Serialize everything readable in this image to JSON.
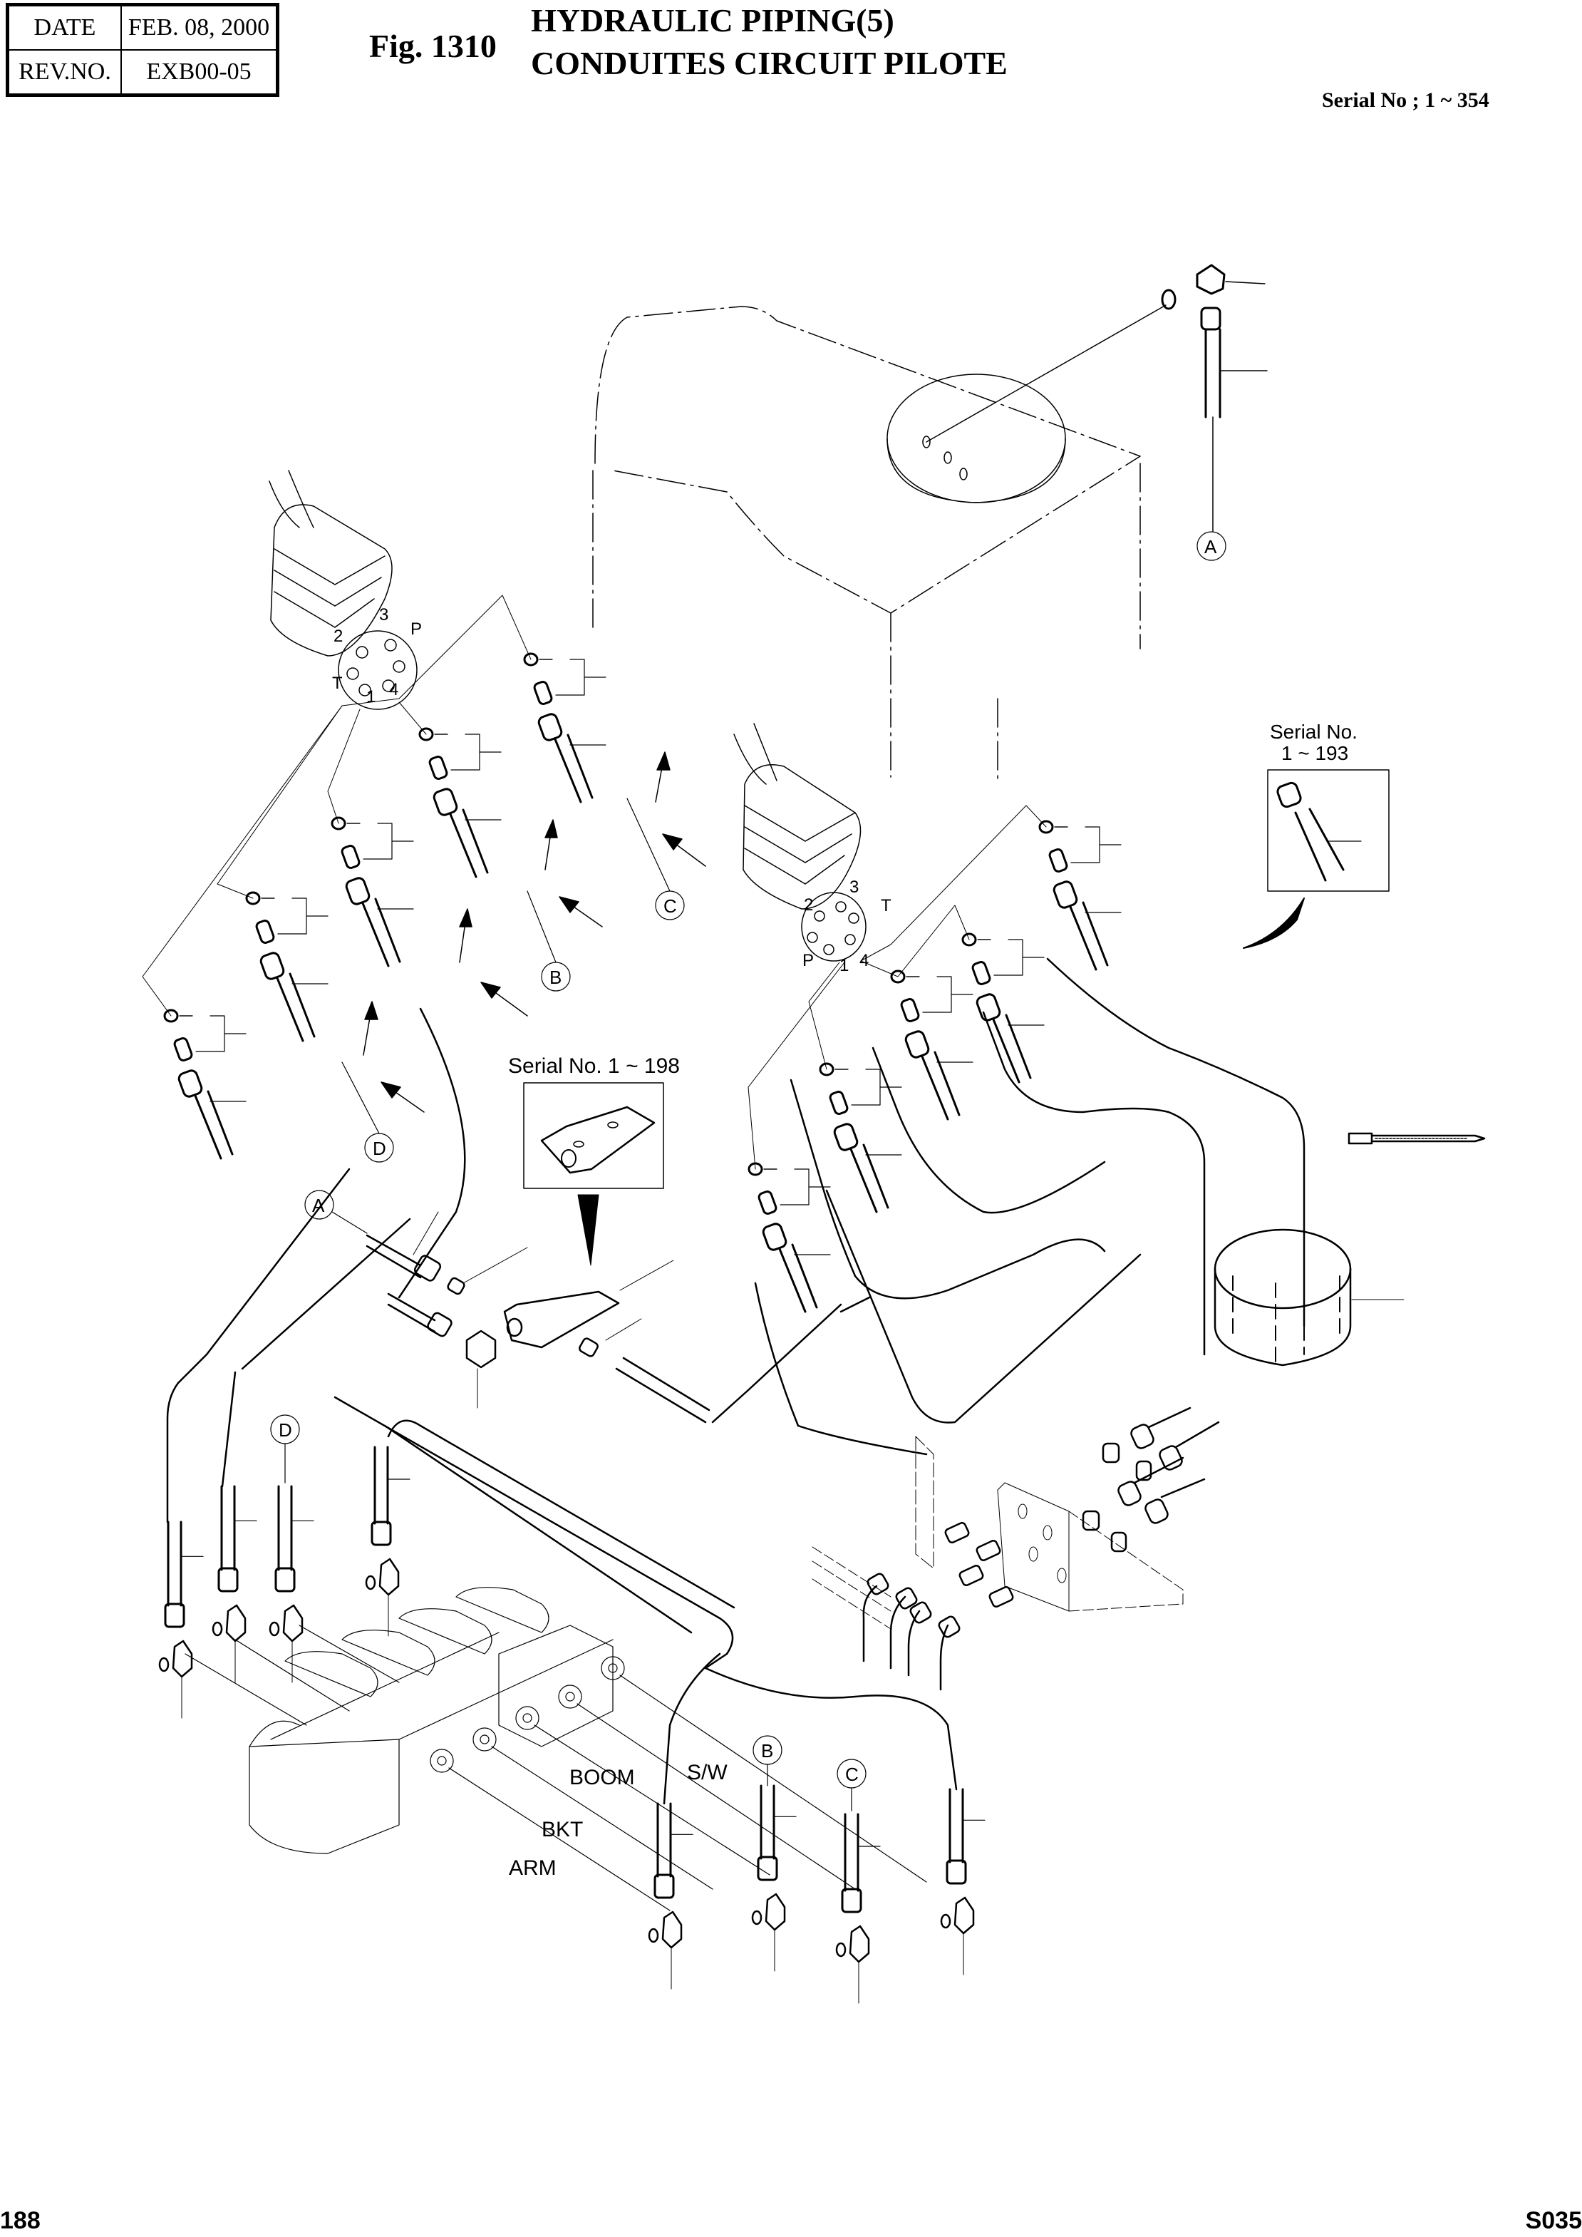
{
  "header": {
    "date_label": "DATE",
    "date_value": "FEB. 08, 2000",
    "rev_label": "REV.NO.",
    "rev_value": "EXB00-05",
    "figure_number": "Fig. 1310",
    "title_en": "HYDRAULIC PIPING(5)",
    "title_fr": "CONDUITES CIRCUIT PILOTE",
    "serial_range": "Serial No ; 1 ~ 354"
  },
  "footer": {
    "page_number": "188",
    "doc_code": "S035"
  },
  "diagram": {
    "left_joystick_ports": [
      "2",
      "3",
      "P",
      "T",
      "1",
      "4"
    ],
    "right_joystick_ports": [
      "2",
      "3",
      "T",
      "P",
      "1",
      "4"
    ],
    "connection_markers": [
      "A",
      "B",
      "C",
      "D"
    ],
    "inset_hose": {
      "caption_line1": "Serial No.",
      "caption_line2": "1 ~ 193"
    },
    "inset_bracket": {
      "caption": "Serial No. 1 ~ 198"
    },
    "control_valve_labels": [
      "BOOM",
      "S/W",
      "BKT",
      "ARM"
    ]
  }
}
